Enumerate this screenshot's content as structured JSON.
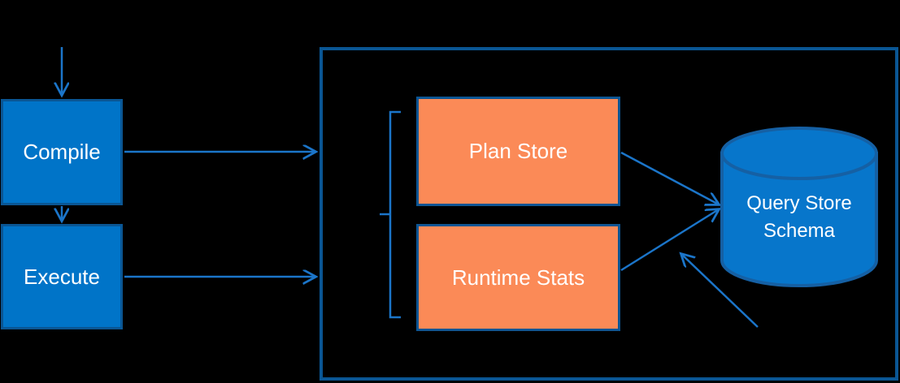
{
  "diagram": {
    "nodes": {
      "compile": {
        "label": "Compile"
      },
      "execute": {
        "label": "Execute"
      },
      "plan_store": {
        "label": "Plan Store"
      },
      "runtime_stats": {
        "label": "Runtime Stats"
      },
      "query_store_schema": {
        "label": "Query Store Schema"
      }
    },
    "edges": [
      {
        "from": "start",
        "to": "compile",
        "style": "arrow"
      },
      {
        "from": "compile",
        "to": "execute",
        "style": "arrow"
      },
      {
        "from": "compile",
        "to": "container",
        "style": "arrow"
      },
      {
        "from": "execute",
        "to": "container",
        "style": "arrow"
      },
      {
        "from": "plan_store",
        "to": "query_store_schema",
        "style": "arrow"
      },
      {
        "from": "runtime_stats",
        "to": "query_store_schema",
        "style": "arrow"
      },
      {
        "from": "bottom-right",
        "to": "query_store_schema",
        "style": "arrow"
      }
    ],
    "colors": {
      "background": "#000000",
      "blue_box_fill": "#0074C8",
      "blue_box_border": "#0A5694",
      "orange_box_fill": "#FB8A57",
      "orange_box_border": "#0C5593",
      "container_border": "#0A5694",
      "arrow": "#1B75C9",
      "cylinder_fill": "#0776CB",
      "cylinder_border": "#1560A4",
      "text": "#FFFFFF"
    }
  }
}
